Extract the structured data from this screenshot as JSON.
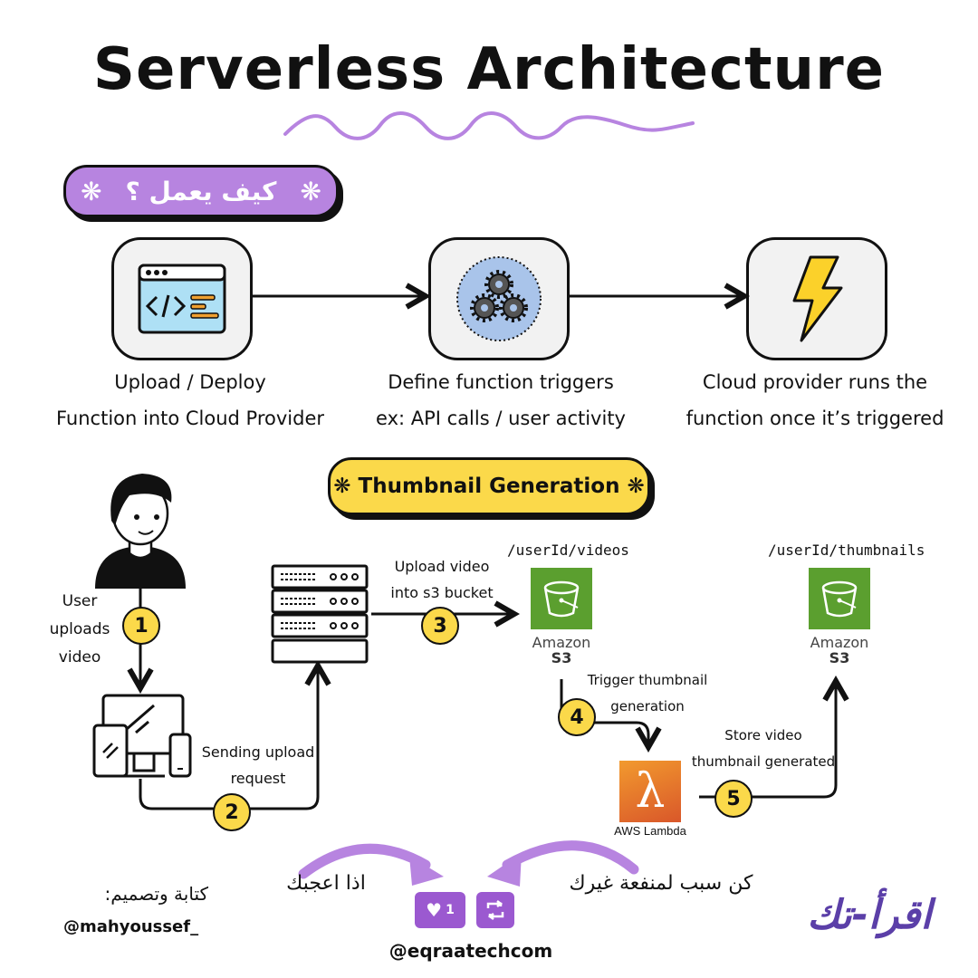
{
  "title": "Serverless Architecture",
  "how_pill": {
    "text": "كيف يعمل ؟",
    "star": "❋"
  },
  "steps": [
    {
      "line1": "Upload / Deploy",
      "line2": "Function into Cloud Provider",
      "icon": "code-window-icon"
    },
    {
      "line1": "Define function triggers",
      "line2": "ex: API calls / user activity",
      "icon": "gears-icon"
    },
    {
      "line1": "Cloud provider runs the",
      "line2": "function once it’s triggered",
      "icon": "lightning-icon"
    }
  ],
  "thumb_pill": {
    "text": "Thumbnail Generation",
    "star": "❋"
  },
  "flow": {
    "user_label": [
      "User",
      "uploads",
      "video"
    ],
    "sending_label": [
      "Sending upload",
      "request"
    ],
    "upload_label": [
      "Upload video",
      "into s3 bucket"
    ],
    "trigger_label": [
      "Trigger thumbnail",
      "generation"
    ],
    "store_label": [
      "Store video",
      "thumbnail generated"
    ],
    "numbers": [
      "1",
      "2",
      "3",
      "4",
      "5"
    ],
    "path_videos": "/userId/videos",
    "path_thumbs": "/userId/thumbnails",
    "s3_line1": "Amazon",
    "s3_line2": "S3",
    "lambda_label": "AWS Lambda",
    "lambda_symbol": "λ"
  },
  "footer": {
    "credit_line1": "كتابة وتصميم:",
    "credit_line2": "@mahyoussef_",
    "like_text": "اذا اعجبك",
    "share_text": "كن سبب لمنفعة غيرك",
    "like_count": "1",
    "handle": "@eqraatechcom",
    "logo_text": "اقرأ-تك"
  },
  "colors": {
    "purple": "#b784e0",
    "yellow": "#fbd94a",
    "s3_green": "#5b9f2f",
    "lambda_orange": "#e8792a"
  }
}
